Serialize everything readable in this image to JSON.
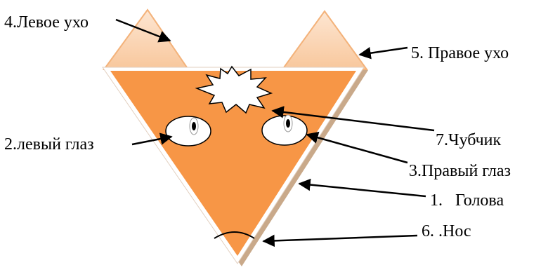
{
  "labels": {
    "head": "1.   Голова",
    "left_eye": "2.левый глаз",
    "right_eye": "3.Правый глаз",
    "left_ear": "4.Левое ухо",
    "right_ear": "5. Правое ухо",
    "nose": "6. .Нос",
    "forelock": "7.Чубчик"
  },
  "colors": {
    "head_fill": "#f79646",
    "ear_fill": "#fbd5b5",
    "ear_stroke": "#f5b57e",
    "outline": "#ffffff",
    "shadow": "#c9a98a",
    "arrow": "#000000"
  }
}
